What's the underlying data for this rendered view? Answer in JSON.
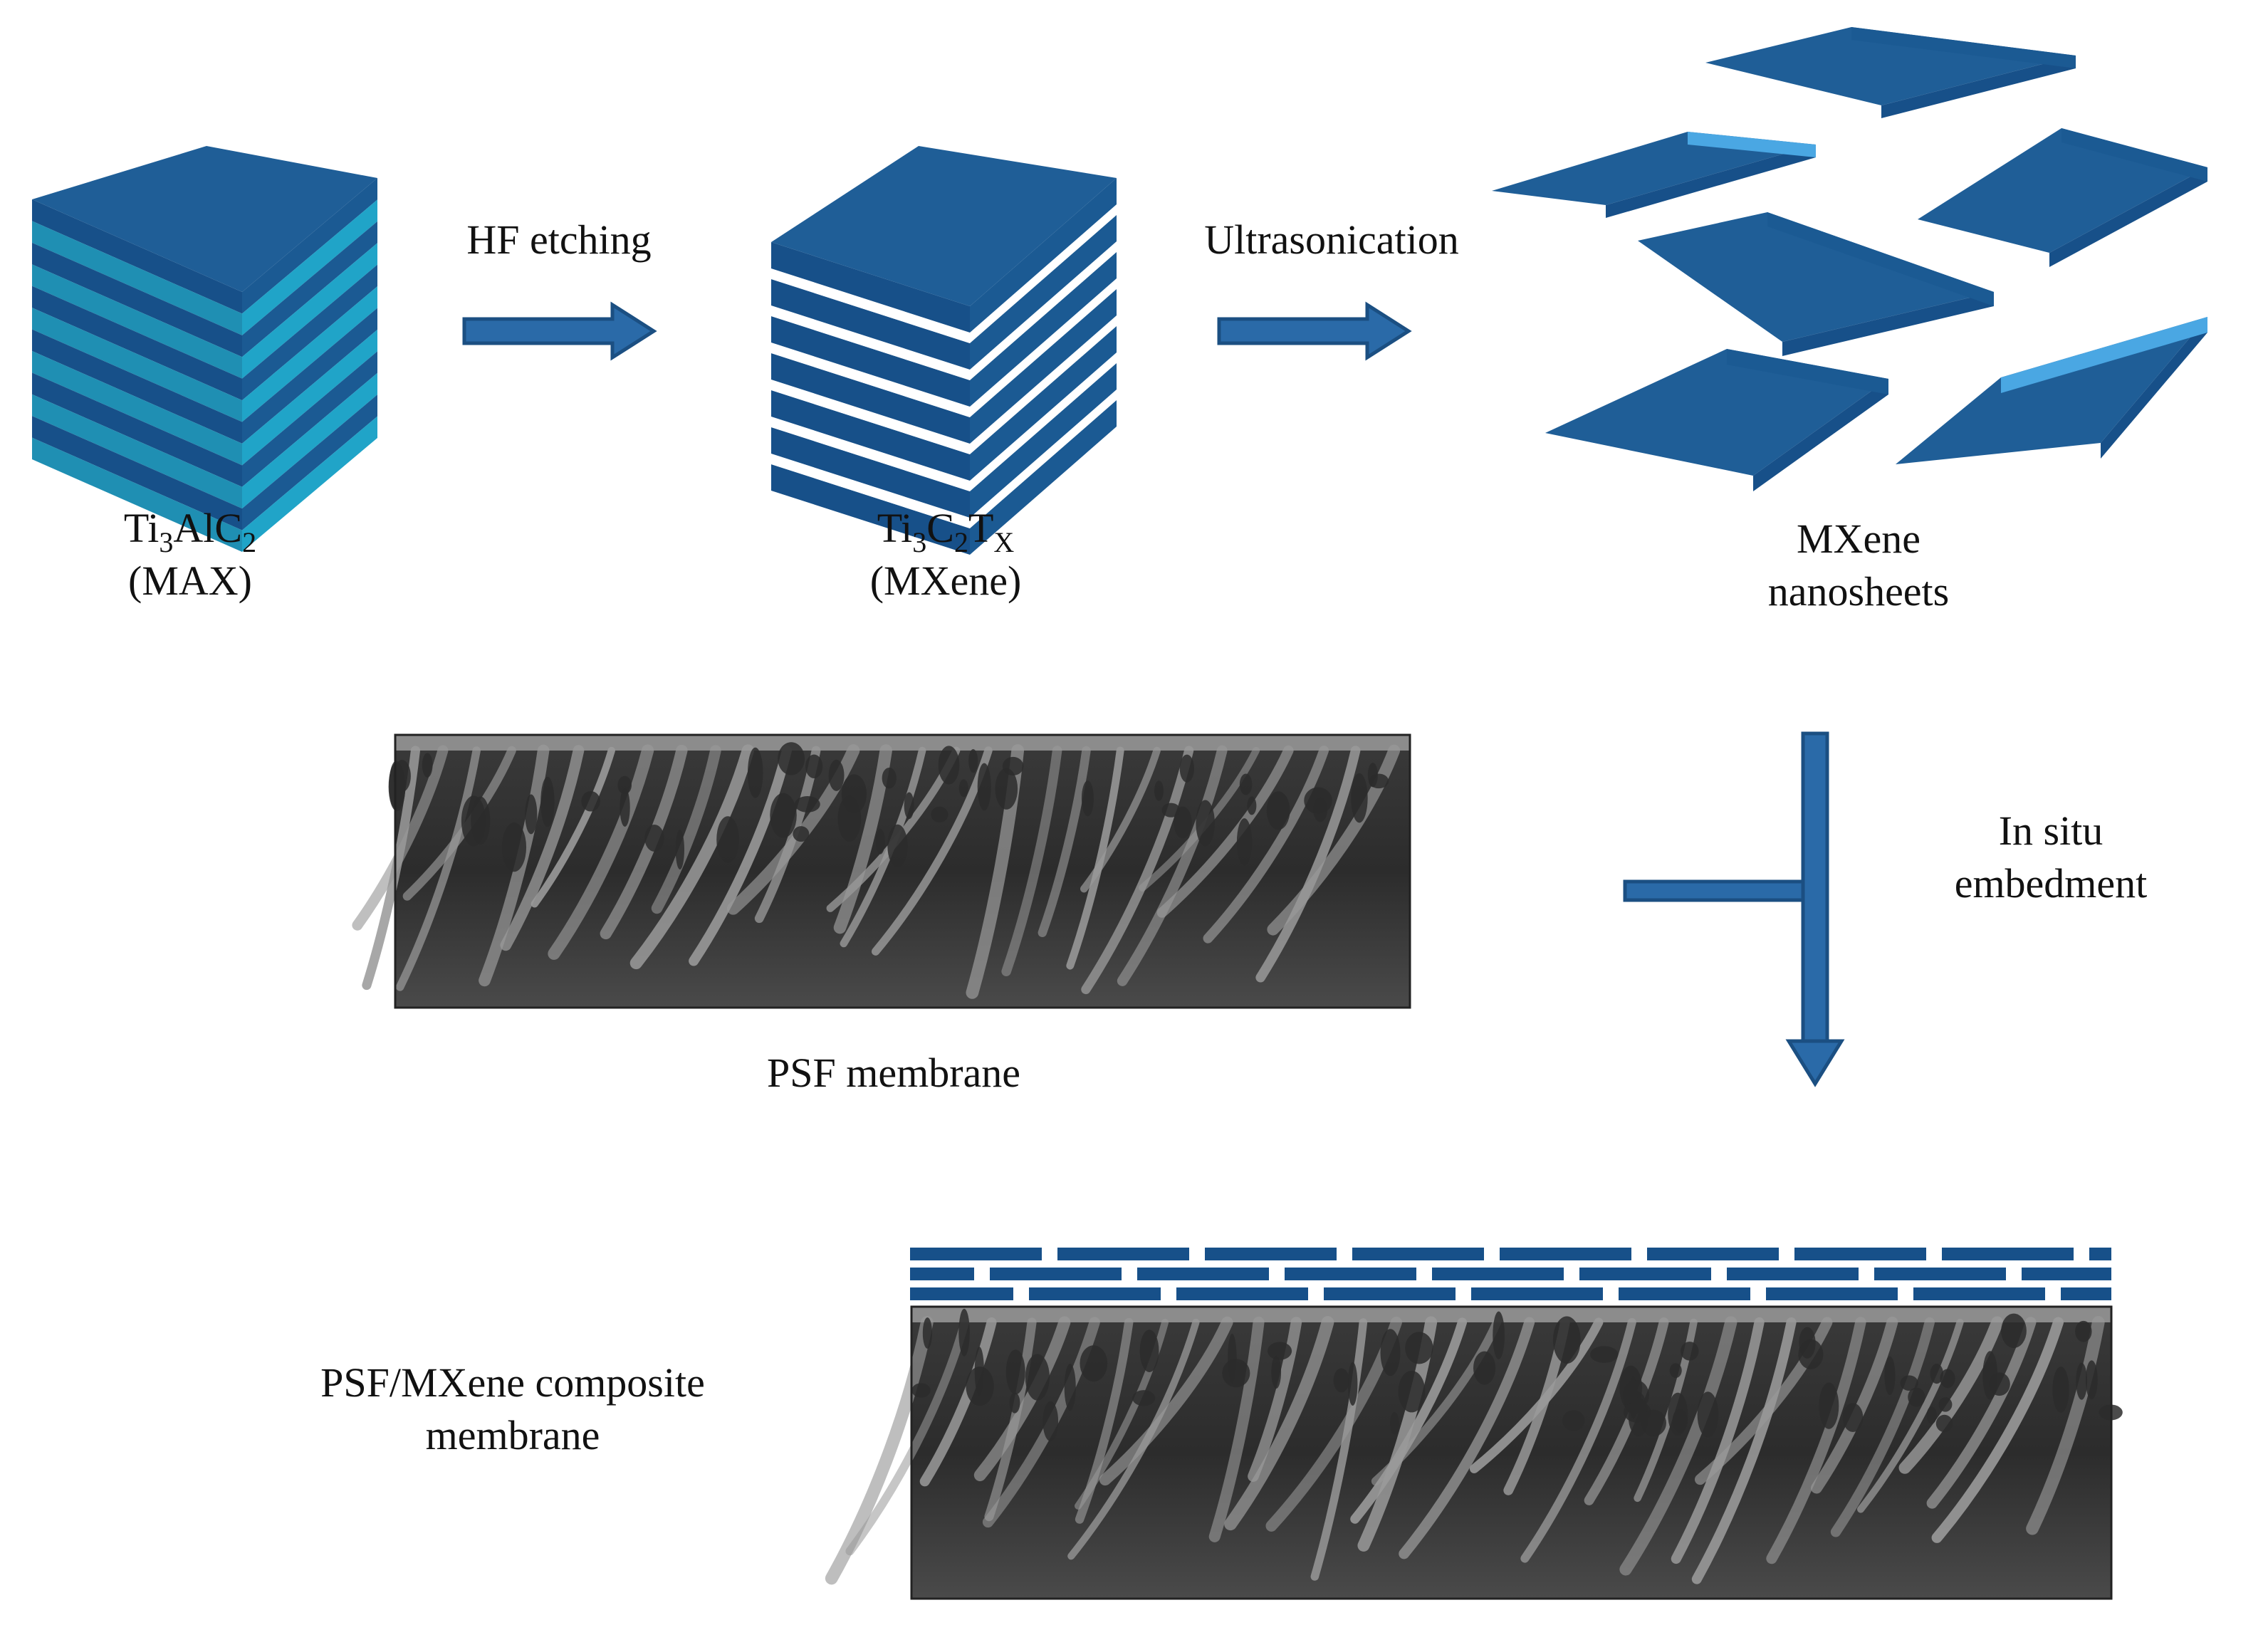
{
  "figure": {
    "colors": {
      "sheet_top": "#1f5e97",
      "sheet_front": "#175089",
      "sheet_side": "#1b5a93",
      "max_interlayer_front": "#1f8fb3",
      "max_interlayer_side": "#20a4c8",
      "sheet_edge_highlight": "#4aa7e3",
      "arrow_fill": "#2a6aa8",
      "arrow_stroke": "#1b4f82",
      "membrane_dark": "#2b2b2b",
      "membrane_wall": "#9a9a9a"
    },
    "steps": {
      "max_phase": {
        "formula": {
          "el1": "Ti",
          "sub1": "3",
          "el2": "AlC",
          "sub2": "2"
        },
        "name": "(MAX)"
      },
      "hf_etching_label": "HF etching",
      "mxene_multilayer": {
        "formula": {
          "el1": "Ti",
          "sub1": "3",
          "el2": "C",
          "sub2": "2",
          "el3": "T",
          "sub3": "X"
        },
        "name": "(MXene)"
      },
      "ultrasonication_label": "Ultrasonication",
      "nanosheets_label": {
        "line1": "MXene",
        "line2": "nanosheets"
      },
      "psf_membrane_label": "PSF membrane",
      "embedment_label": {
        "line1": "In situ",
        "line2": "embedment"
      },
      "composite_label": {
        "line1": "PSF/MXene composite",
        "line2": "membrane"
      }
    },
    "icons": {
      "max_cube": "layered-cube-icon",
      "mxene_stack": "stacked-sheets-icon",
      "nanosheets": "nanosheet-flakes-icon",
      "arrow": "right-arrow-icon",
      "merge_arrow": "merge-down-arrow-icon",
      "sem_image": "sem-cross-section-image"
    }
  }
}
